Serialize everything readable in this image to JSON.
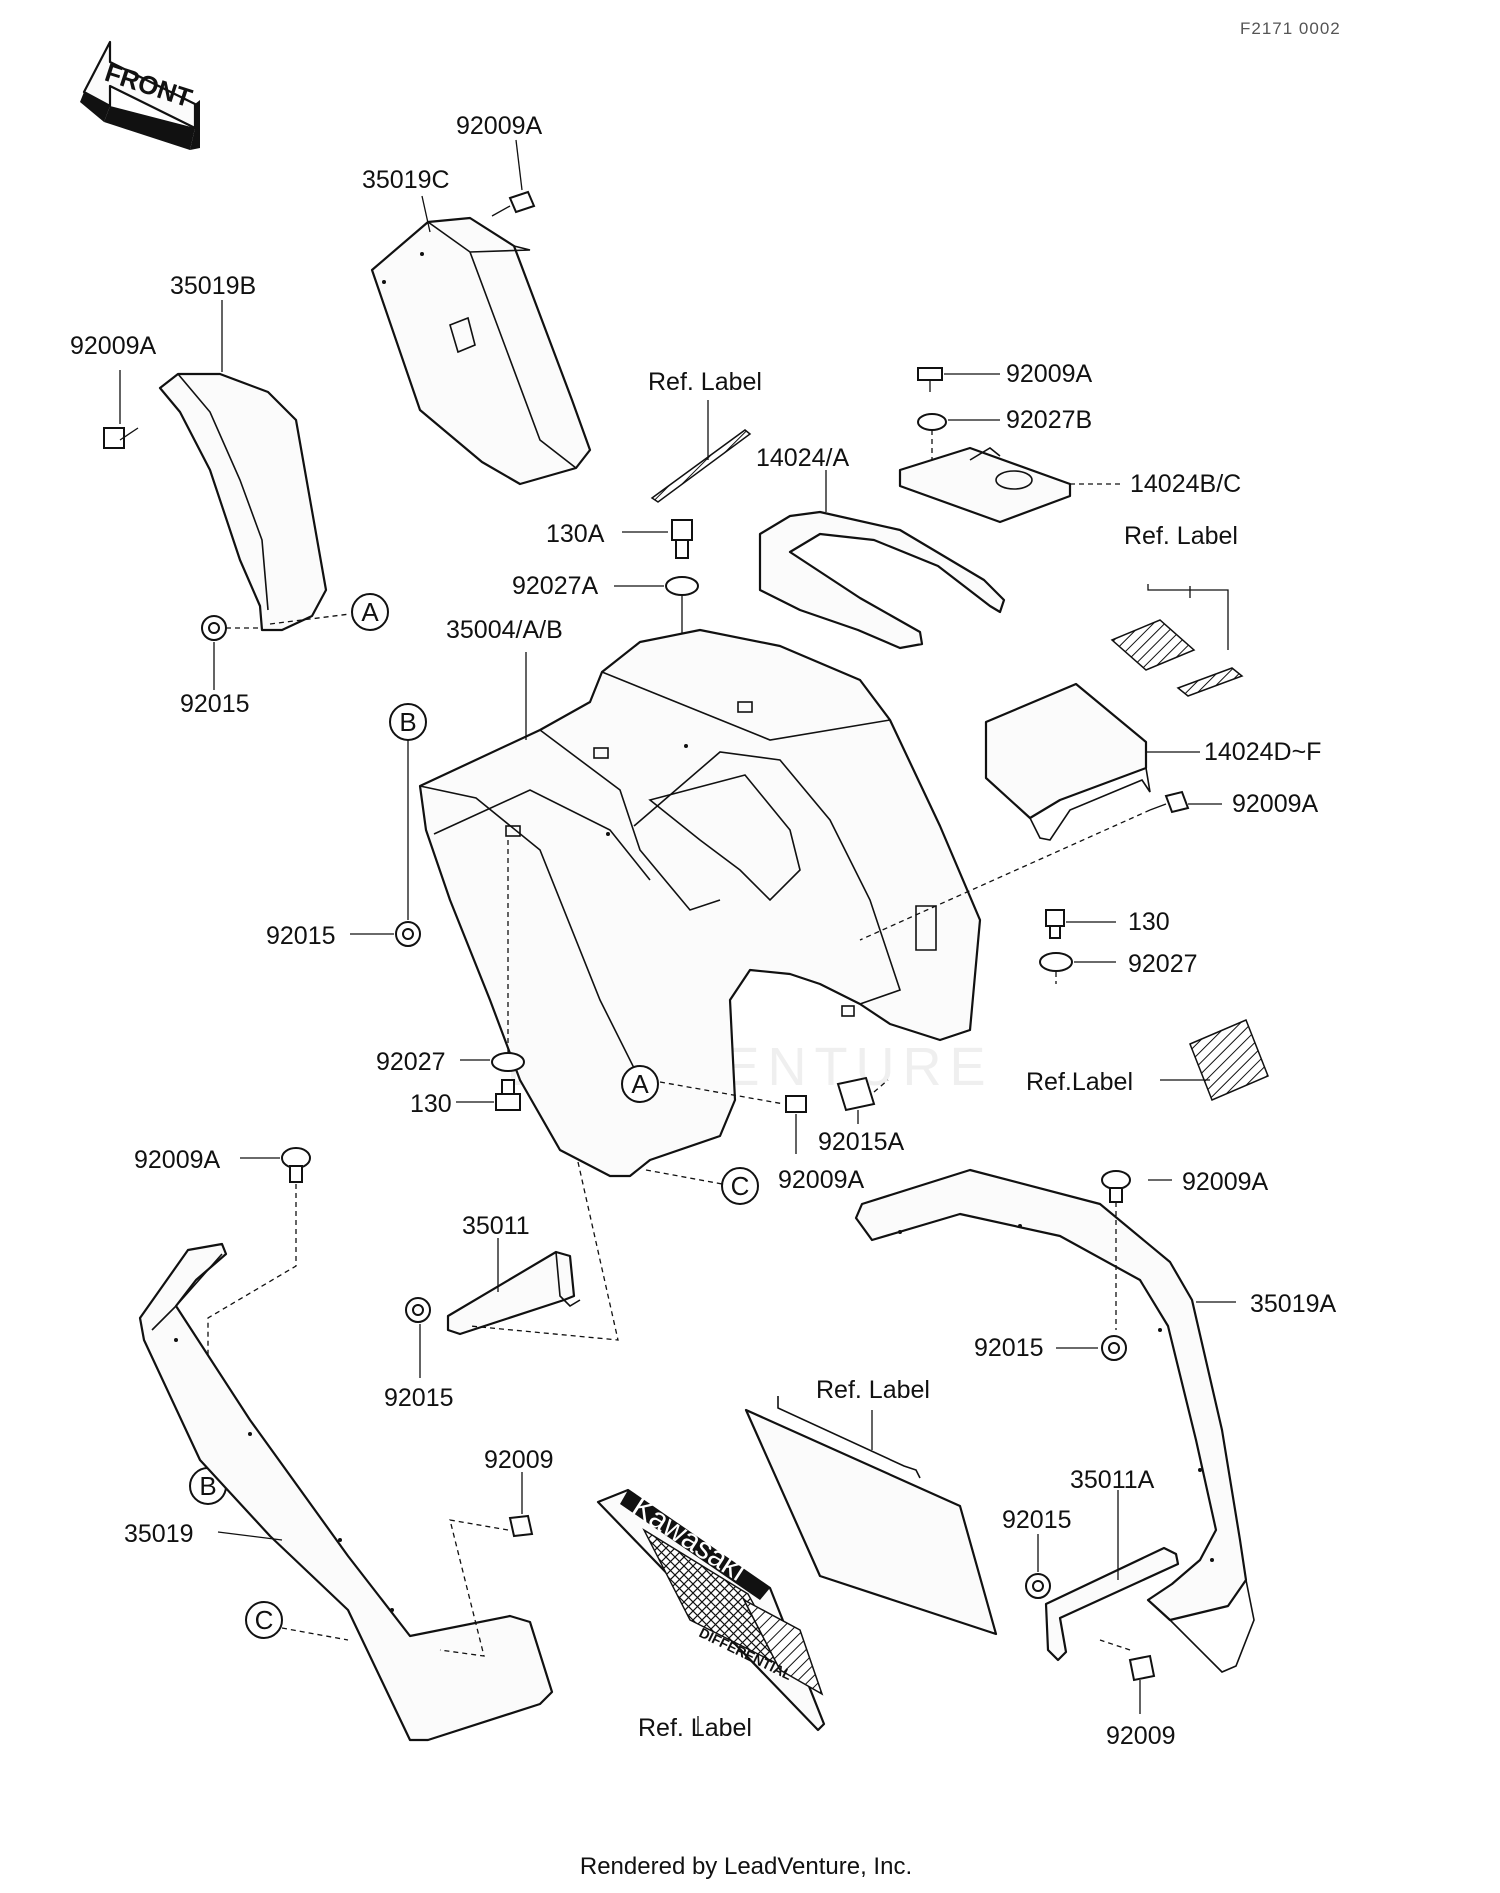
{
  "diagram": {
    "ref_number": "F2171 0002",
    "front_label": "FRONT",
    "footer": "Rendered by LeadVenture, Inc.",
    "watermark": "LEADVENTURE",
    "decal_text": "Kawasaki",
    "decal_subtext": "DIFFERENTIAL",
    "circle_markers": {
      "a": "A",
      "b": "B",
      "c": "C"
    },
    "part_labels": {
      "p_92009A_top": "92009A",
      "p_35019C": "35019C",
      "p_35019B": "35019B",
      "p_92009A_left": "92009A",
      "p_92015_left": "92015",
      "p_ref_label_1": "Ref. Label",
      "p_92009A_r1": "92009A",
      "p_92027B": "92027B",
      "p_14024A": "14024/A",
      "p_14024BC": "14024B/C",
      "p_130A": "130A",
      "p_92027A": "92027A",
      "p_ref_label_2": "Ref. Label",
      "p_35004AB": "35004/A/B",
      "p_14024DF": "14024D~F",
      "p_92009A_r2": "92009A",
      "p_92015_mid": "92015",
      "p_130_right": "130",
      "p_92027_right": "92027",
      "p_92027_mid": "92027",
      "p_ref_label_3": "Ref.Label",
      "p_130_mid": "130",
      "p_92015A": "92015A",
      "p_92009A_mid": "92009A",
      "p_92009A_low_left": "92009A",
      "p_92009A_low_right": "92009A",
      "p_35011": "35011",
      "p_35019A": "35019A",
      "p_92015_low": "92015",
      "p_92015_right": "92015",
      "p_ref_label_4": "Ref. Label",
      "p_92009_left": "92009",
      "p_35011A": "35011A",
      "p_35019": "35019",
      "p_92015_low_right": "92015",
      "p_ref_label_5": "Ref. Label",
      "p_92009_right": "92009"
    }
  }
}
